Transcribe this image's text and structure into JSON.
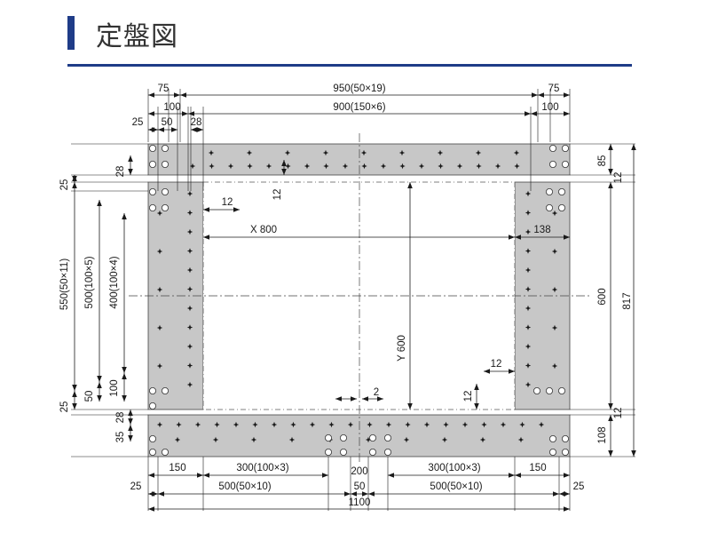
{
  "page": {
    "title": "定盤図"
  },
  "colors": {
    "accent": "#1f3c88",
    "plate": "#c7c7c7",
    "hole": "#ffffff",
    "line": "#1a1a1a"
  },
  "dimensions": {
    "top_left_75": "75",
    "top_overall": "950(50×19)",
    "top_right_75": "75",
    "top_left_100": "100",
    "top_mid": "900(150×6)",
    "top_right_100": "100",
    "top_25": "25",
    "top_50": "50",
    "top_28": "28",
    "left_28": "28",
    "left_25_top": "25",
    "left_550": "550(50×11)",
    "left_500": "500(100×5)",
    "left_400": "400(100×4)",
    "left_100": "100",
    "left_50": "50",
    "left_25_bottom": "25",
    "left_28_bottom": "28",
    "left_35": "35",
    "inner_12_top": "12",
    "inner_12_left": "12",
    "x_800": "X 800",
    "y_600": "Y 600",
    "right_138": "138",
    "inner_12_right": "12",
    "center_2": "2",
    "inner_12_bottom": "12",
    "right_85": "85",
    "right_12_top": "12",
    "right_600": "600",
    "right_817": "817",
    "right_12_bottom": "12",
    "right_108": "108",
    "bottom_150_left": "150",
    "bottom_300_left": "300(100×3)",
    "bottom_200": "200",
    "bottom_300_right": "300(100×3)",
    "bottom_150_right": "150",
    "bottom_25_left": "25",
    "bottom_500_left": "500(50×10)",
    "bottom_50": "50",
    "bottom_500_right": "500(50×10)",
    "bottom_25_right": "25",
    "bottom_1100": "1100"
  }
}
